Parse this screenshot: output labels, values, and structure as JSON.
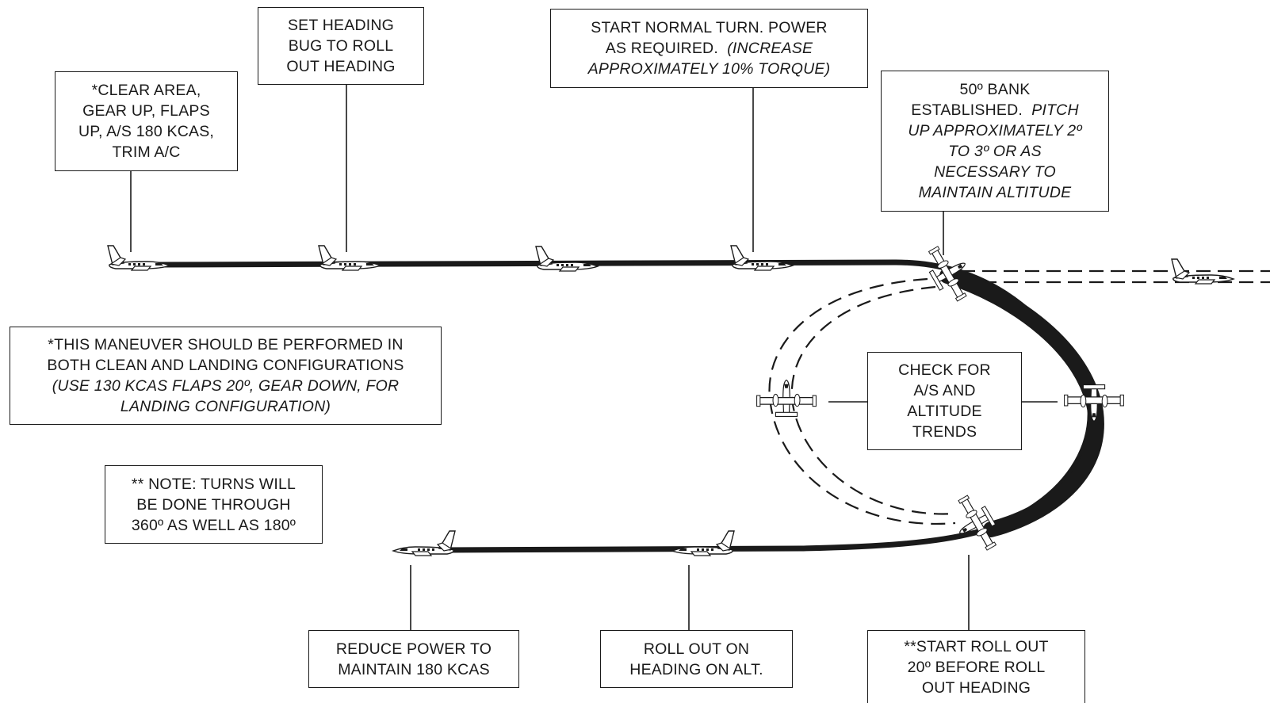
{
  "callouts": {
    "clear_area": [
      "*CLEAR AREA,",
      "GEAR UP, FLAPS",
      "UP, A/S 180 KCAS,",
      "TRIM A/C"
    ],
    "set_heading": [
      "SET HEADING",
      "BUG TO ROLL",
      "OUT HEADING"
    ],
    "start_turn": {
      "line1": "START NORMAL TURN. POWER",
      "line2_normal": "AS REQUIRED.",
      "line2_italic": "(INCREASE",
      "line3_italic": "APPROXIMATELY 10% TORQUE)"
    },
    "bank": {
      "line1": "50º BANK",
      "line2_normal": "ESTABLISHED.",
      "line2_italic": "PITCH",
      "italic_lines": [
        "UP APPROXIMATELY 2º",
        "TO 3º OR AS",
        "NECESSARY TO",
        "MAINTAIN ALTITUDE"
      ]
    },
    "maneuver_note": {
      "lines": [
        "*THIS MANEUVER SHOULD BE PERFORMED IN",
        "BOTH CLEAN AND LANDING CONFIGURATIONS"
      ],
      "italic_lines": [
        "(USE 130 KCAS FLAPS 20º, GEAR DOWN, FOR",
        "LANDING CONFIGURATION)"
      ]
    },
    "check_trends": [
      "CHECK FOR",
      "A/S AND",
      "ALTITUDE",
      "TRENDS"
    ],
    "turns_note": [
      "** NOTE: TURNS WILL",
      "BE DONE THROUGH",
      "360º AS WELL AS 180º"
    ],
    "reduce_power": [
      "REDUCE POWER TO",
      "MAINTAIN 180 KCAS"
    ],
    "roll_out": [
      "ROLL OUT ON",
      "HEADING ON ALT."
    ],
    "start_roll_out": [
      "**START ROLL OUT",
      "20º BEFORE ROLL",
      "OUT HEADING"
    ]
  },
  "colors": {
    "ink": "#1a1a1a",
    "paper": "#ffffff"
  },
  "icons": [
    "aircraft-side-view-icon",
    "aircraft-top-view-icon"
  ]
}
